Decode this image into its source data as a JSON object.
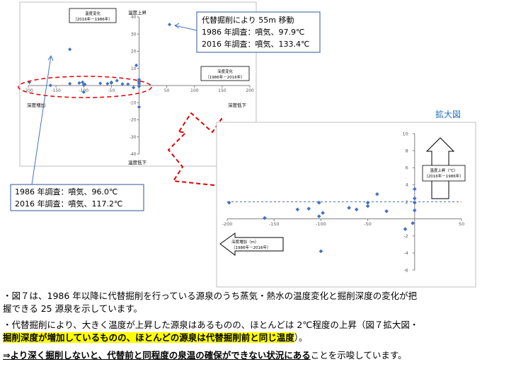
{
  "chart_data": [
    {
      "type": "scatter",
      "xlim": [
        -200,
        200
      ],
      "ylim": [
        -40,
        40
      ],
      "x_ticks": [
        "-200",
        "-150",
        "-100",
        "-50",
        "50",
        "100",
        "150",
        "200"
      ],
      "y_ticks": [
        "40",
        "30",
        "20",
        "10",
        "-10",
        "-20",
        "-30",
        "-40"
      ],
      "xlabel_left": "深度増加",
      "xlabel_right": "深度低下",
      "ylabel_top": "温度上昇",
      "ylabel_bottom": "温度低下",
      "legend_temp": {
        "line1": "温度変化",
        "line2": "（2016年－1986年）"
      },
      "legend_depth": {
        "line1": "深度変化",
        "line2": "（1986年－2016年）"
      },
      "points": [
        {
          "x": 55,
          "y": 35.6
        },
        {
          "x": -125,
          "y": 21.1
        },
        {
          "x": -5,
          "y": 11.8
        },
        {
          "x": -198,
          "y": 1.9
        },
        {
          "x": -160,
          "y": 0.1
        },
        {
          "x": -125,
          "y": 1.1
        },
        {
          "x": -108,
          "y": 1.5
        },
        {
          "x": -102,
          "y": 1.9
        },
        {
          "x": -98,
          "y": 0.7
        },
        {
          "x": -100,
          "y": 0.3
        },
        {
          "x": -100,
          "y": -3.8
        },
        {
          "x": -70,
          "y": 1.3
        },
        {
          "x": -57,
          "y": 1.1
        },
        {
          "x": -50,
          "y": 1.5
        },
        {
          "x": -50,
          "y": 1.9
        },
        {
          "x": -40,
          "y": 2.9
        },
        {
          "x": -30,
          "y": 0.9
        },
        {
          "x": -10,
          "y": -1.2
        },
        {
          "x": 0,
          "y": -0.5
        },
        {
          "x": 0,
          "y": 1.0
        },
        {
          "x": 0,
          "y": 1.9
        },
        {
          "x": 0,
          "y": 2.4
        },
        {
          "x": 0,
          "y": 3.5
        },
        {
          "x": 0,
          "y": -12.5
        },
        {
          "x": -20,
          "y": 0.8
        }
      ]
    },
    {
      "type": "scatter",
      "title": "拡大図",
      "xlim": [
        -200,
        50
      ],
      "ylim": [
        -6,
        10
      ],
      "x_ticks": [
        "-200",
        "-150",
        "-100",
        "-50",
        "50"
      ],
      "y_ticks": [
        "10",
        "8",
        "6",
        "4",
        "2",
        "-2",
        "-4",
        "-6"
      ],
      "reference_line_y": 2,
      "up_arrow_label": {
        "line1": "温度上昇（℃）",
        "line2": "（2016年－1986年）"
      },
      "left_arrow_label": {
        "line1": "深度増加（m）",
        "line2": "（1986年－2016年）"
      },
      "points": [
        {
          "x": -198,
          "y": 1.9
        },
        {
          "x": -160,
          "y": 0.1
        },
        {
          "x": -125,
          "y": 1.1
        },
        {
          "x": -113,
          "y": 1.2
        },
        {
          "x": -102,
          "y": 1.9
        },
        {
          "x": -98,
          "y": 0.7
        },
        {
          "x": -102,
          "y": 0.3
        },
        {
          "x": -100,
          "y": -3.8
        },
        {
          "x": -70,
          "y": 1.3
        },
        {
          "x": -62,
          "y": 1.1
        },
        {
          "x": -50,
          "y": 1.5
        },
        {
          "x": -50,
          "y": 1.9
        },
        {
          "x": -40,
          "y": 2.9
        },
        {
          "x": -30,
          "y": 0.9
        },
        {
          "x": -10,
          "y": -1.2
        },
        {
          "x": -2,
          "y": -0.5
        },
        {
          "x": 0,
          "y": 1.0
        },
        {
          "x": 0,
          "y": 1.9
        },
        {
          "x": 0,
          "y": 2.4
        },
        {
          "x": 0,
          "y": 3.5
        }
      ]
    }
  ],
  "callouts": {
    "top": {
      "line1": "代替掘削により 55m 移動",
      "line2": "1986 年調査：噴気、97.9℃",
      "line3": "2016 年調査：噴気、133.4℃"
    },
    "bottom": {
      "line1": "1986 年調査：噴気、96.0℃",
      "line2": "2016 年調査：噴気、117.2℃"
    }
  },
  "text": {
    "p1a": "・図７は、1986 年以降に代替掘削を行っている源泉のうち蒸気・熱水の温度変化と掘削深度の変化が把",
    "p1b": "握できる 25 源泉を示しています。",
    "p2a": "・代替掘削により、大きく温度が上昇した源泉はあるものの、ほとんどは 2℃程度の上昇（図７拡大図・",
    "p2b_hl": "掘削深度が増加しているものの、ほとんどの源泉は代替掘削前と同じ温度",
    "p2b_end": "）。",
    "p3_bold": "⇒より深く掘削しないと、代替前と同程度の泉温の確保ができない状況にある",
    "p3_end": "ことを示唆しています。"
  },
  "colors": {
    "marker": "#4472c4",
    "dash_red": "#e00000",
    "ref_line": "#4472c4",
    "title_blue": "#1f6fb5"
  }
}
